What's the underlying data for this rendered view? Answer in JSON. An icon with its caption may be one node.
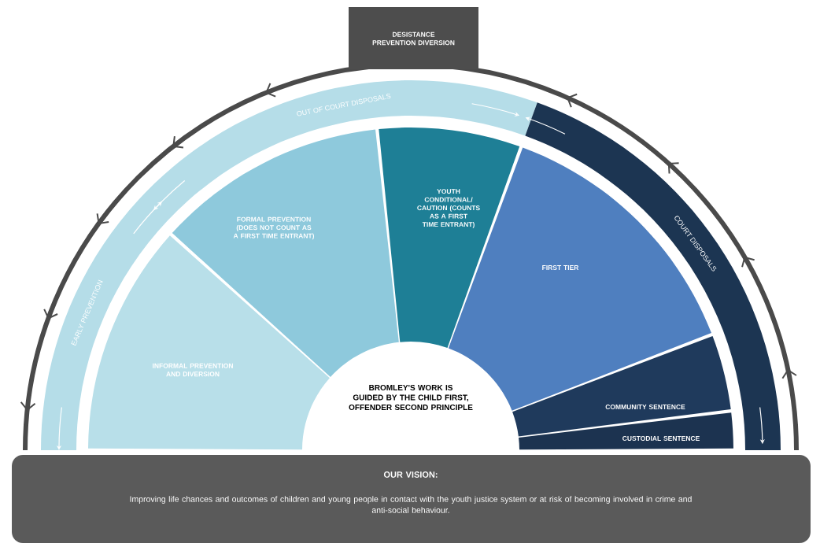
{
  "diagram": {
    "nodes": [
      {
        "text": [
          "DESISTANCE PREVENTION DIVERSION"
        ]
      },
      {
        "text": [
          "OUT OF COURT DISPOSALS",
          "EARLY PREVENTION"
        ]
      },
      {
        "text": [
          "COURT DISPOSALS"
        ]
      },
      {
        "text": [
          "INFORMAL PREVENTION AND DIVERSION"
        ]
      },
      {
        "text": [
          "FORMAL PREVENTION (DOES NOT COUNT AS A FIRST TIME ENTRANT)"
        ]
      },
      {
        "text": [
          "YOUTH CONDITIONAL/ CAUTION (COUNTS AS A FIRST TIME ENTRANT)"
        ]
      },
      {
        "text": [
          "FIRST TIER"
        ]
      },
      {
        "text": [
          "COMMUNITY SENTENCE"
        ]
      },
      {
        "text": [
          "CUSTODIAL SENTENCE"
        ]
      },
      {
        "text": [
          "BROMLEY'S WORK IS GUIDED BY THE CHILD FIRST, OFFENDER SECOND PRINCIPLE"
        ]
      },
      {
        "text": [
          "OUR VISION:",
          "Improving life chances and outcomes of children and young people in contact with the youth justice system or at risk of becoming involved in crime and anti-social behaviour."
        ]
      }
    ]
  }
}
